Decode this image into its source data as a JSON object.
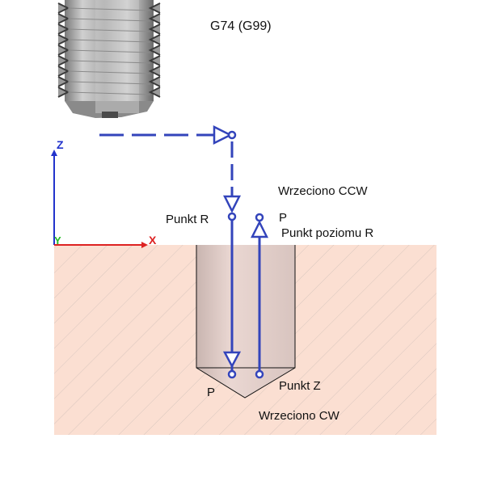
{
  "title": "G74 (G99)",
  "labels": {
    "spindle_ccw": "Wrzeciono CCW",
    "point_r": "Punkt R",
    "p_top": "P",
    "r_level": "Punkt poziomu R",
    "point_z": "Punkt Z",
    "p_bottom": "P",
    "spindle_cw": "Wrzeciono CW"
  },
  "axes": {
    "z": "Z",
    "y": "Y",
    "x": "X"
  },
  "colors": {
    "path": "#3344bb",
    "z_axis": "#2233cc",
    "x_axis": "#dd2222",
    "y_axis": "#22bb22",
    "material": "#fbdfd2",
    "hatch": "#d8c4bc",
    "hole": "#e6d2cd",
    "tool_dark": "#555555",
    "tool_light": "#bdbdbd"
  },
  "icons": [
    "tap-tool-icon",
    "triangle-arrow-icon",
    "circle-point-icon"
  ]
}
